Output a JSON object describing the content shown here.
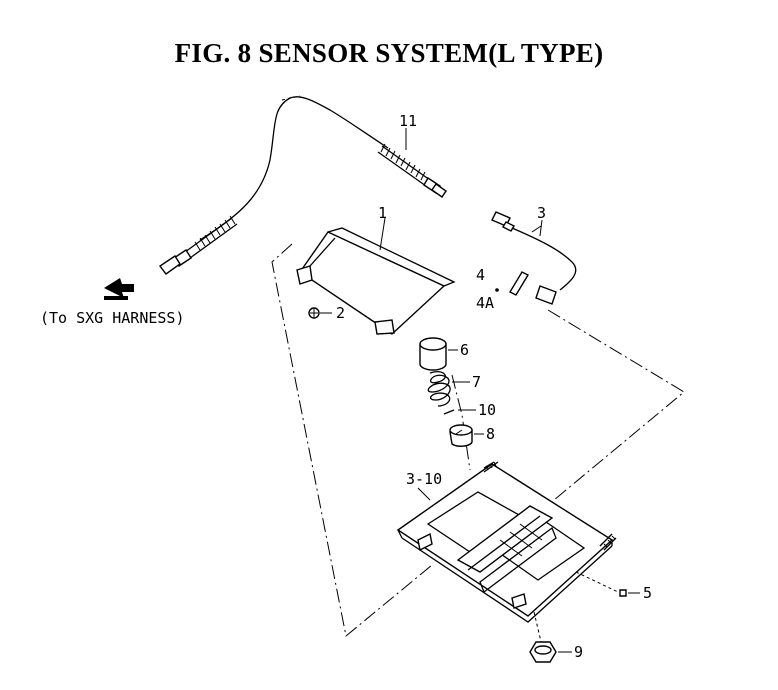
{
  "title": "FIG. 8  SENSOR SYSTEM(L TYPE)",
  "harness_note": "(To SXG HARNESS)",
  "callouts": {
    "p1": "1",
    "p2": "2",
    "p3": "3",
    "p4": "4",
    "p4a": "4A",
    "p5": "5",
    "p6": "6",
    "p7": "7",
    "p8": "8",
    "p9": "9",
    "p10": "10",
    "p11": "11",
    "p3_10": "3-10"
  }
}
